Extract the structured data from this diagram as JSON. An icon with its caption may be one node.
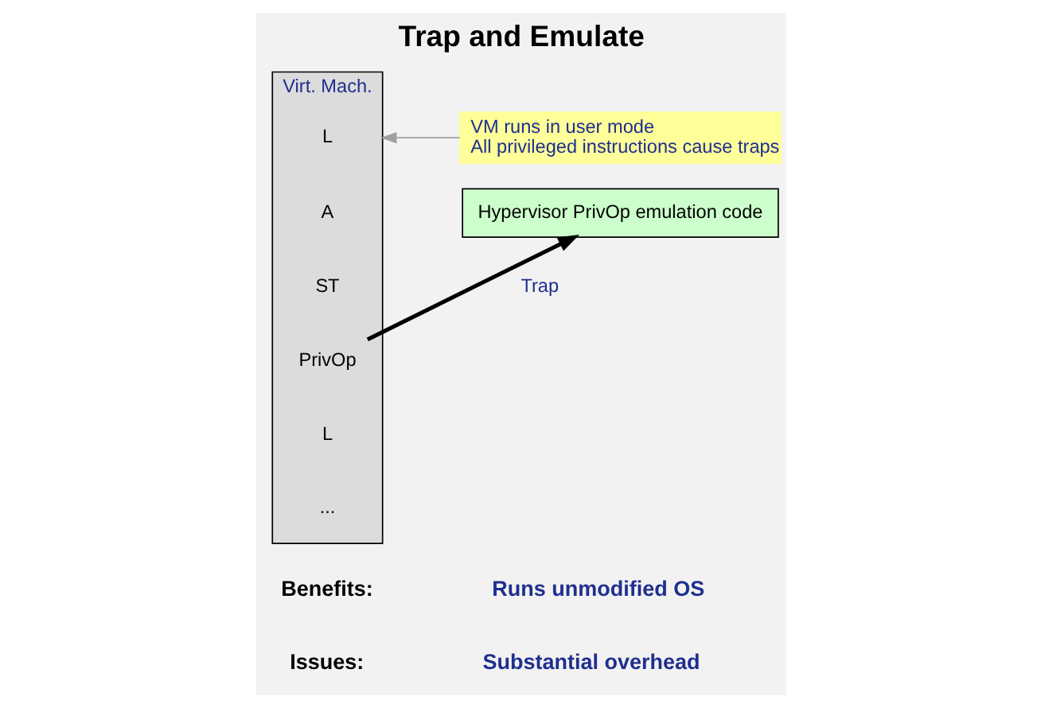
{
  "diagram": {
    "title": "Trap and Emulate",
    "nodes": [
      {
        "text": [
          "Virt. Mach."
        ]
      },
      {
        "text": [
          "L"
        ],
        "in": 0
      },
      {
        "text": [
          "A"
        ],
        "in": 0
      },
      {
        "text": [
          "ST"
        ],
        "in": 0
      },
      {
        "text": [
          "PrivOp"
        ],
        "in": 0
      },
      {
        "text": [
          "L"
        ],
        "in": 0
      },
      {
        "text": [
          "..."
        ],
        "in": 0
      },
      {
        "text": [
          "VM runs in user mode",
          "All privileged instructions cause traps"
        ]
      },
      {
        "text": [
          "Hypervisor PrivOp emulation code"
        ]
      }
    ],
    "edges": [
      {
        "from": 7,
        "to": 0,
        "arrow": "to",
        "color": "#a0a0a0"
      },
      {
        "from": 4,
        "to": 8,
        "arrow": "to",
        "label": "Trap",
        "style": "thick",
        "color": "#000000"
      }
    ],
    "labels": [
      "Benefits:",
      "Runs unmodified OS",
      "Issues:",
      "Substantial overhead"
    ]
  }
}
